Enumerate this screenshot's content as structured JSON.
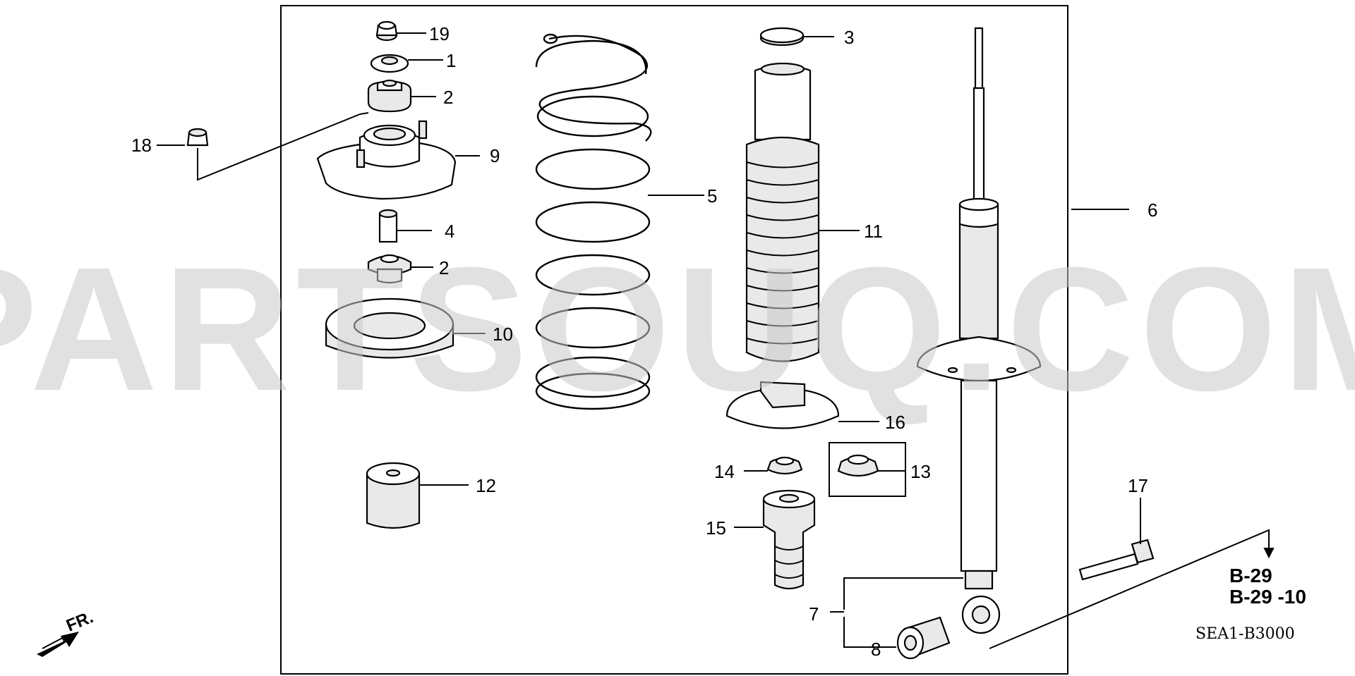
{
  "diagram": {
    "watermark": "PARTSOUQ.COM",
    "direction_label": "FR.",
    "diagram_code": "SEA1-B3000",
    "references": [
      "B-29",
      "B-29 -10"
    ],
    "callouts": {
      "c1": "1",
      "c2a": "2",
      "c2b": "2",
      "c3": "3",
      "c4": "4",
      "c5": "5",
      "c6": "6",
      "c7": "7",
      "c8": "8",
      "c9": "9",
      "c10": "10",
      "c11": "11",
      "c12": "12",
      "c13": "13",
      "c14": "14",
      "c15": "15",
      "c16": "16",
      "c17": "17",
      "c18": "18",
      "c19": "19"
    }
  }
}
